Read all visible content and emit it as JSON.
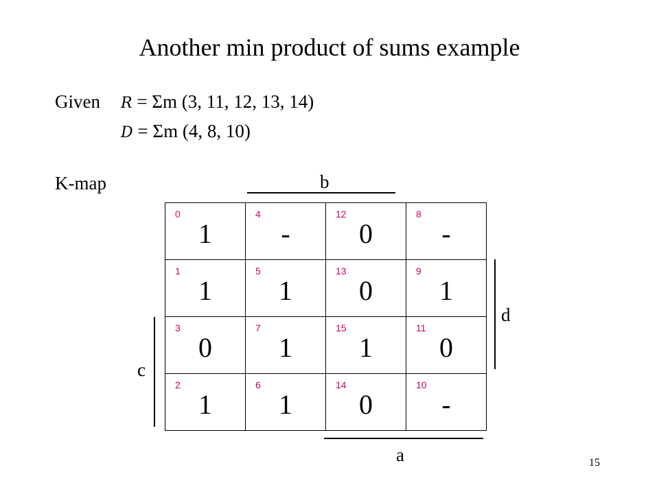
{
  "title": "Another min product of sums example",
  "given": {
    "label": "Given",
    "line1": {
      "var": "R",
      "expr": " = Σm (3, 11, 12, 13, 14)"
    },
    "line2": {
      "var": "D",
      "expr": " = Σm (4, 8, 10)"
    }
  },
  "kmap": {
    "label": "K-map",
    "axis": {
      "b": "b",
      "d": "d",
      "c": "c",
      "a": "a"
    },
    "index_color": "#cc0066",
    "rows": [
      [
        {
          "index": "0",
          "value": "1"
        },
        {
          "index": "4",
          "value": "-"
        },
        {
          "index": "12",
          "value": "0"
        },
        {
          "index": "8",
          "value": "-"
        }
      ],
      [
        {
          "index": "1",
          "value": "1"
        },
        {
          "index": "5",
          "value": "1"
        },
        {
          "index": "13",
          "value": "0"
        },
        {
          "index": "9",
          "value": "1"
        }
      ],
      [
        {
          "index": "3",
          "value": "0"
        },
        {
          "index": "7",
          "value": "1"
        },
        {
          "index": "15",
          "value": "1"
        },
        {
          "index": "11",
          "value": "0"
        }
      ],
      [
        {
          "index": "2",
          "value": "1"
        },
        {
          "index": "6",
          "value": "1"
        },
        {
          "index": "14",
          "value": "0"
        },
        {
          "index": "10",
          "value": "-"
        }
      ]
    ]
  },
  "slide_number": "15"
}
